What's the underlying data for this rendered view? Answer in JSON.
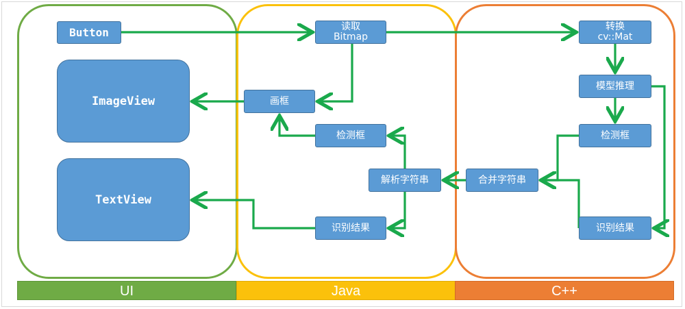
{
  "lanes": {
    "ui": {
      "label": "UI",
      "color": "#6fab45"
    },
    "java": {
      "label": "Java",
      "color": "#fbc10b"
    },
    "cpp": {
      "label": "C++",
      "color": "#ec7e34"
    }
  },
  "nodes": {
    "button": "Button",
    "imageview": "ImageView",
    "textview": "TextView",
    "read_line1": "读取",
    "read_line2": "Bitmap",
    "draw": "画框",
    "detect_java": "检测框",
    "parse": "解析字符串",
    "result_java": "识别结果",
    "convert_line1": "转换",
    "convert_line2": "cv::Mat",
    "infer": "模型推理",
    "detect_cpp": "检测框",
    "merge": "合并字符串",
    "result_cpp": "识别结果"
  },
  "colors": {
    "node_fill": "#5b9bd5",
    "node_border": "#41719c",
    "arrow": "#1aa94c"
  }
}
